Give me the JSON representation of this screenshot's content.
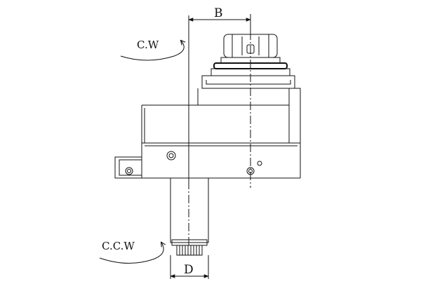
{
  "labels": {
    "dim_b": "B",
    "dim_d": "D",
    "rotation_top": "C.W",
    "rotation_bottom": "C.C.W"
  }
}
